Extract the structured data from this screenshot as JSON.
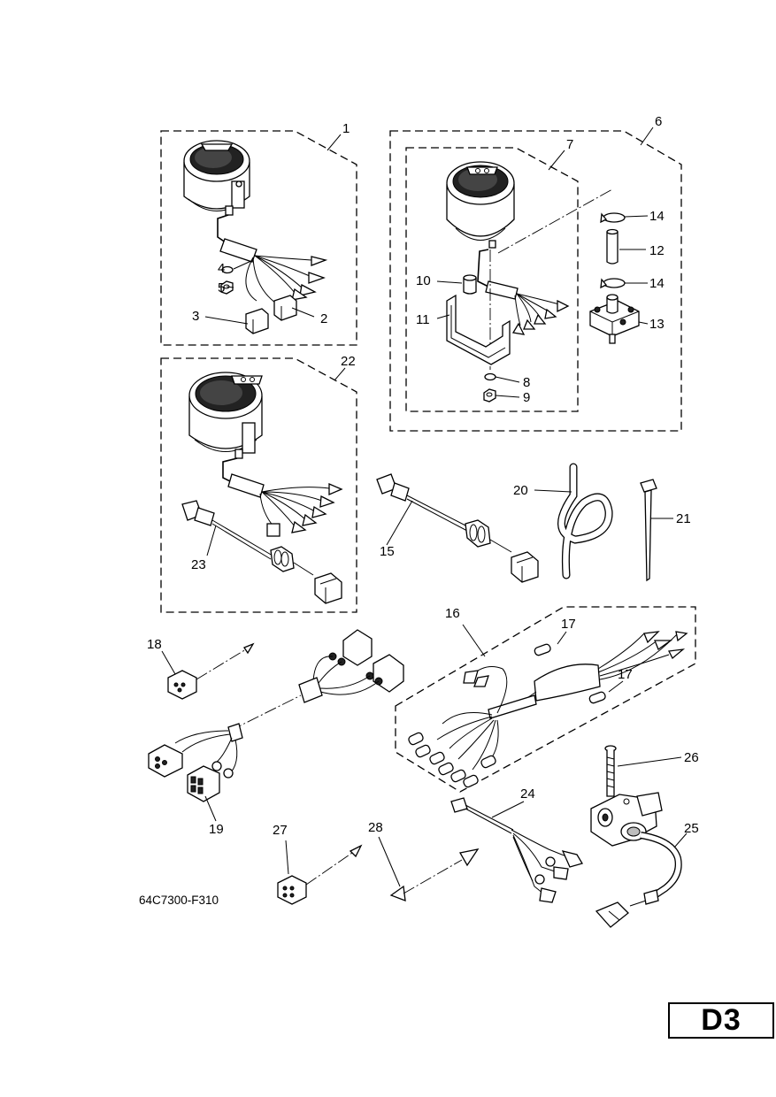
{
  "diagram": {
    "figure_code": "64C7300-F310",
    "page_code": "D3",
    "callouts": [
      "1",
      "2",
      "3",
      "4",
      "5",
      "6",
      "7",
      "8",
      "9",
      "10",
      "11",
      "12",
      "13",
      "14",
      "14",
      "15",
      "16",
      "17",
      "17",
      "18",
      "19",
      "20",
      "21",
      "22",
      "23",
      "24",
      "25",
      "26",
      "27",
      "28"
    ]
  }
}
